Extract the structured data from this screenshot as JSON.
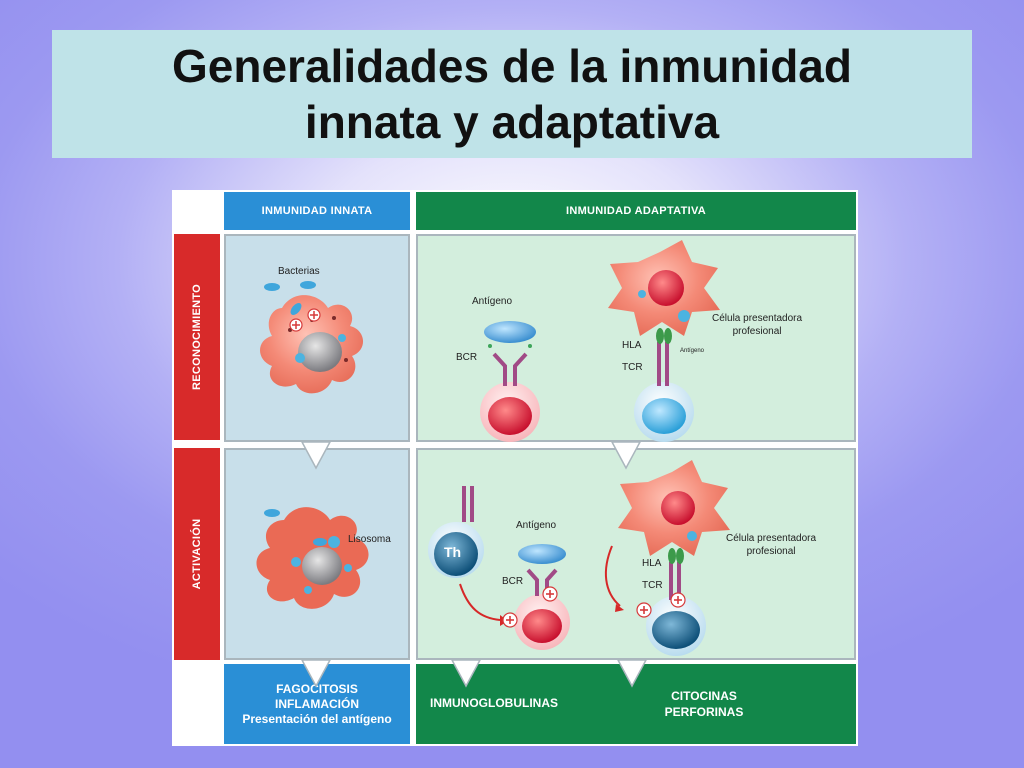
{
  "title": {
    "line1": "Generalidades de la inmunidad",
    "line2": "innata y adaptativa"
  },
  "columns": {
    "innate": "INMUNIDAD INNATA",
    "adaptive": "INMUNIDAD ADAPTATIVA"
  },
  "rows": {
    "recognition": "RECONOCIMIENTO",
    "activation": "ACTIVACIÓN"
  },
  "labels": {
    "bacterias": "Bacterias",
    "antigeno": "Antígeno",
    "bcr": "BCR",
    "hla": "HLA",
    "tcr": "TCR",
    "antigeno_small": "Antígeno",
    "apc_line1": "Célula presentadora",
    "apc_line2": "profesional",
    "lisosoma": "Lisosoma",
    "th": "Th",
    "plus": "+"
  },
  "outcomes": {
    "innate": [
      "FAGOCITOSIS",
      "INFLAMACIÓN",
      "Presentación del antígeno"
    ],
    "immunoglobulins": "INMUNOGLOBULINAS",
    "cellular_line1": "CITOCINAS",
    "cellular_line2": "PERFORINAS"
  },
  "colors": {
    "innate_blue": "#2a8fd6",
    "adaptive_green": "#12874a",
    "row_red": "#d82a2a",
    "cell_salmon": "#f3836f",
    "title_bg": "#bfe3e8"
  }
}
